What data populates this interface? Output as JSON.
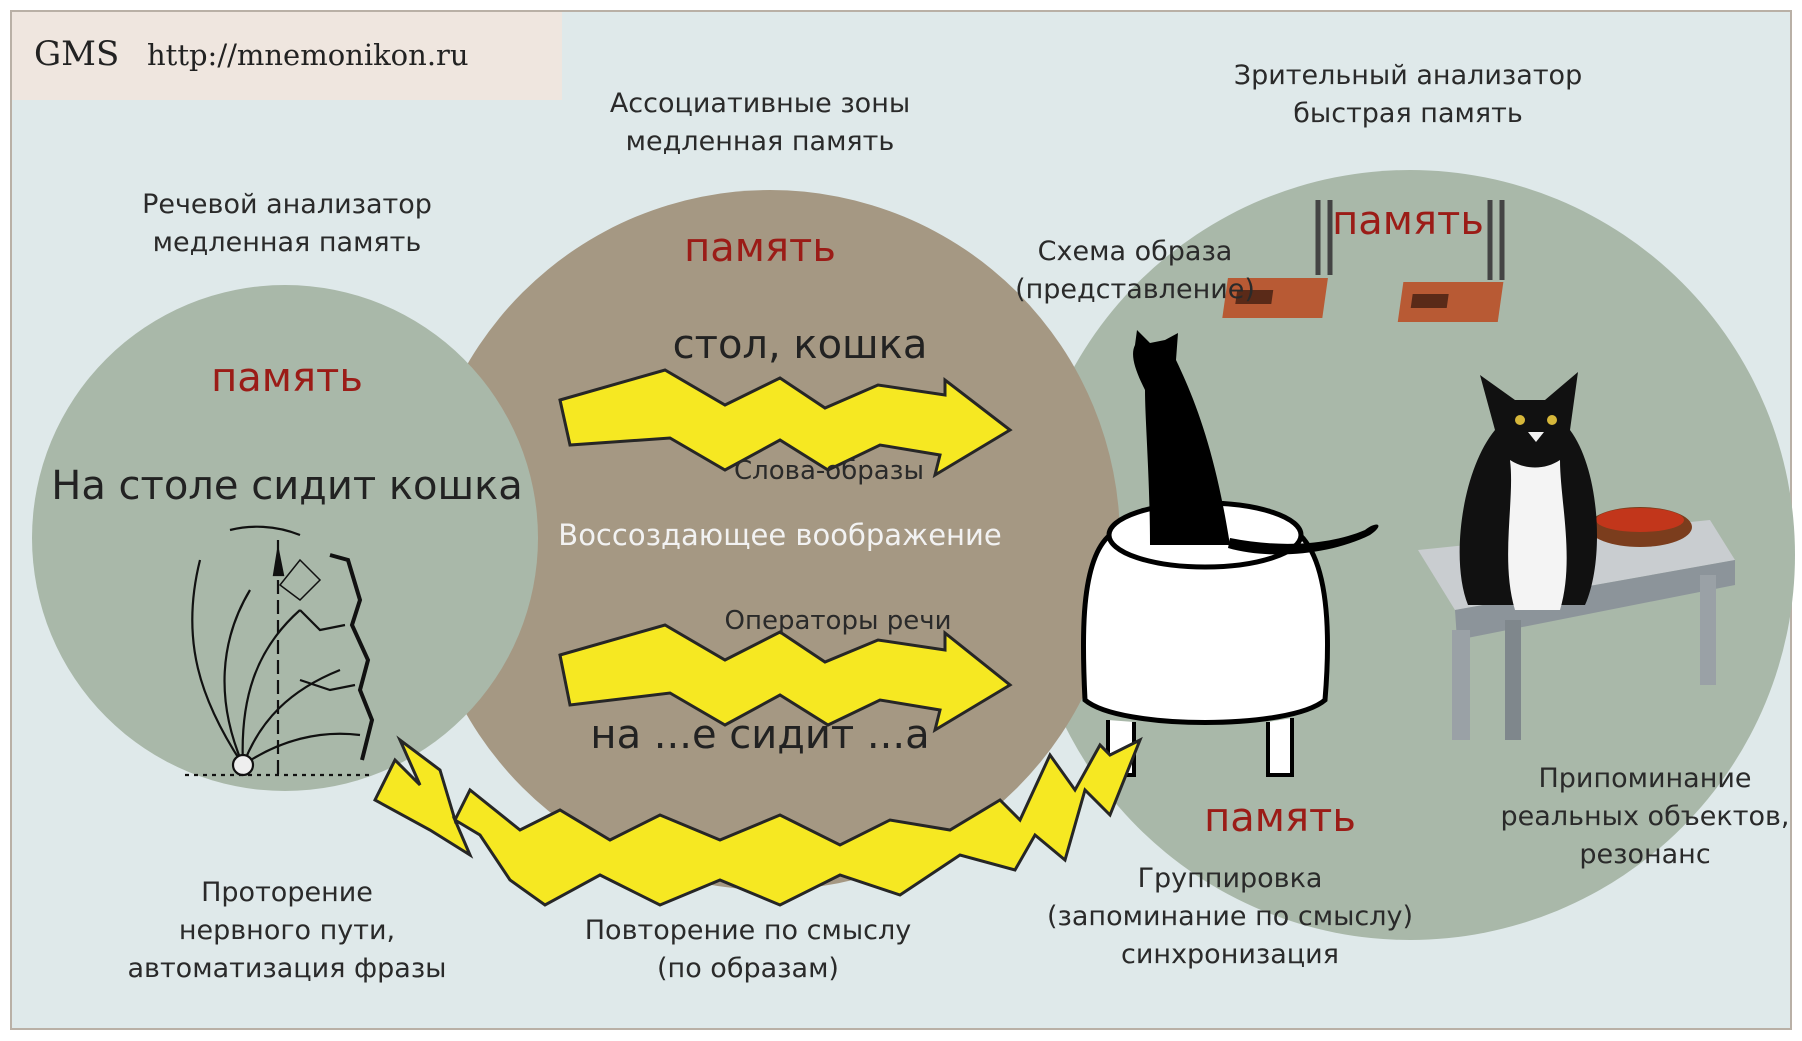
{
  "header": {
    "brand": "GMS",
    "url": "http://mnemonikon.ru"
  },
  "left": {
    "title_line1": "Речевой анализатор",
    "title_line2": "медленная память",
    "memory": "память",
    "phrase": "На столе сидит кошка"
  },
  "center": {
    "title_line1": "Ассоциативные зоны",
    "title_line2": "медленная память",
    "memory": "память",
    "words": "стол, кошка",
    "words_caption": "Слова-образы",
    "imagination": "Воссоздающее воображение",
    "operators_caption": "Операторы речи",
    "operators": "на ...е сидит ...а"
  },
  "right": {
    "title_line1": "Зрительный анализатор",
    "title_line2": "быстрая память",
    "memory_top": "память",
    "schema_line1": "Схема образа",
    "schema_line2": "(представление)",
    "memory_bottom": "память",
    "recall_line1": "Припоминание",
    "recall_line2": "реальных объектов,",
    "recall_line3": "резонанс"
  },
  "bottom": {
    "left_line1": "Проторение",
    "left_line2": "нервного пути,",
    "left_line3": "автоматизация фразы",
    "center_line1": "Повторение по смыслу",
    "center_line2": "(по образам)",
    "right_line1": "Группировка",
    "right_line2": "(запоминание по смыслу)",
    "right_line3": "синхронизация"
  },
  "colors": {
    "panel_bg": "#dfe9ea",
    "side_circle": "#a9b8a9",
    "center_circle": "#a59883",
    "memory_text": "#9b1c17",
    "arrow_fill": "#f6e822",
    "arrow_stroke": "#262626"
  }
}
